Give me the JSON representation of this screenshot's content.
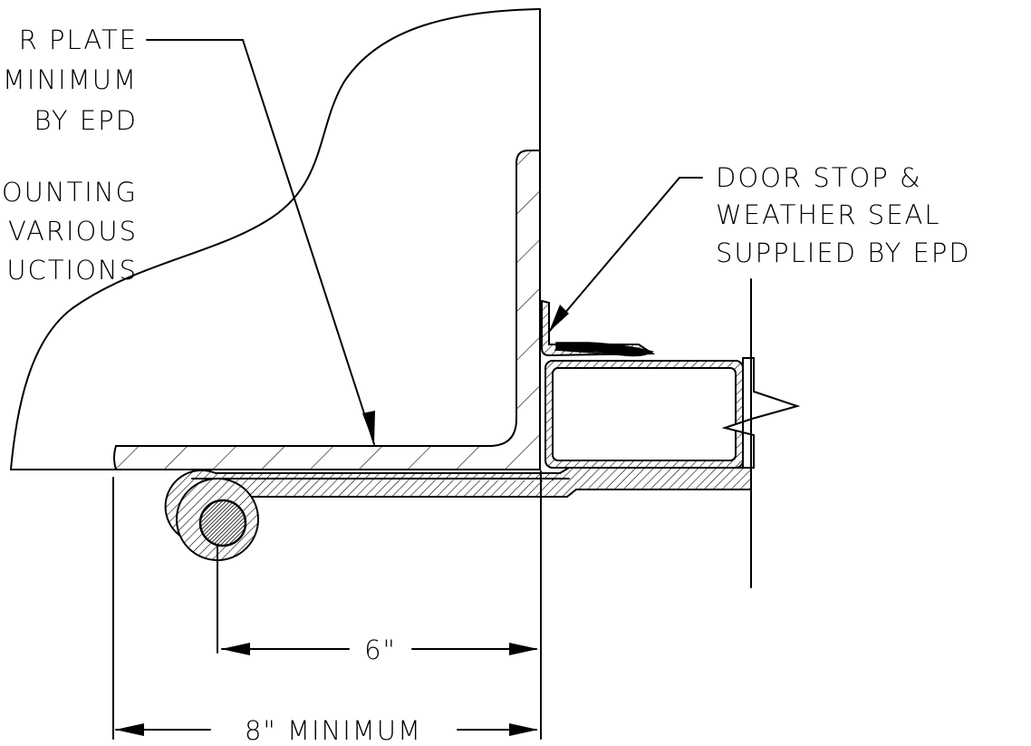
{
  "labels": {
    "left_block": [
      "R  PLATE",
      "MINIMUM",
      "BY  EPD",
      "OUNTING",
      "VARIOUS",
      "UCTIONS"
    ],
    "right_block": [
      "DOOR  STOP  &",
      "WEATHER  SEAL",
      "SUPPLIED  BY  EPD"
    ]
  },
  "dimensions": {
    "six_inch": "6\"",
    "eight_inch": "8\"  MINIMUM"
  }
}
